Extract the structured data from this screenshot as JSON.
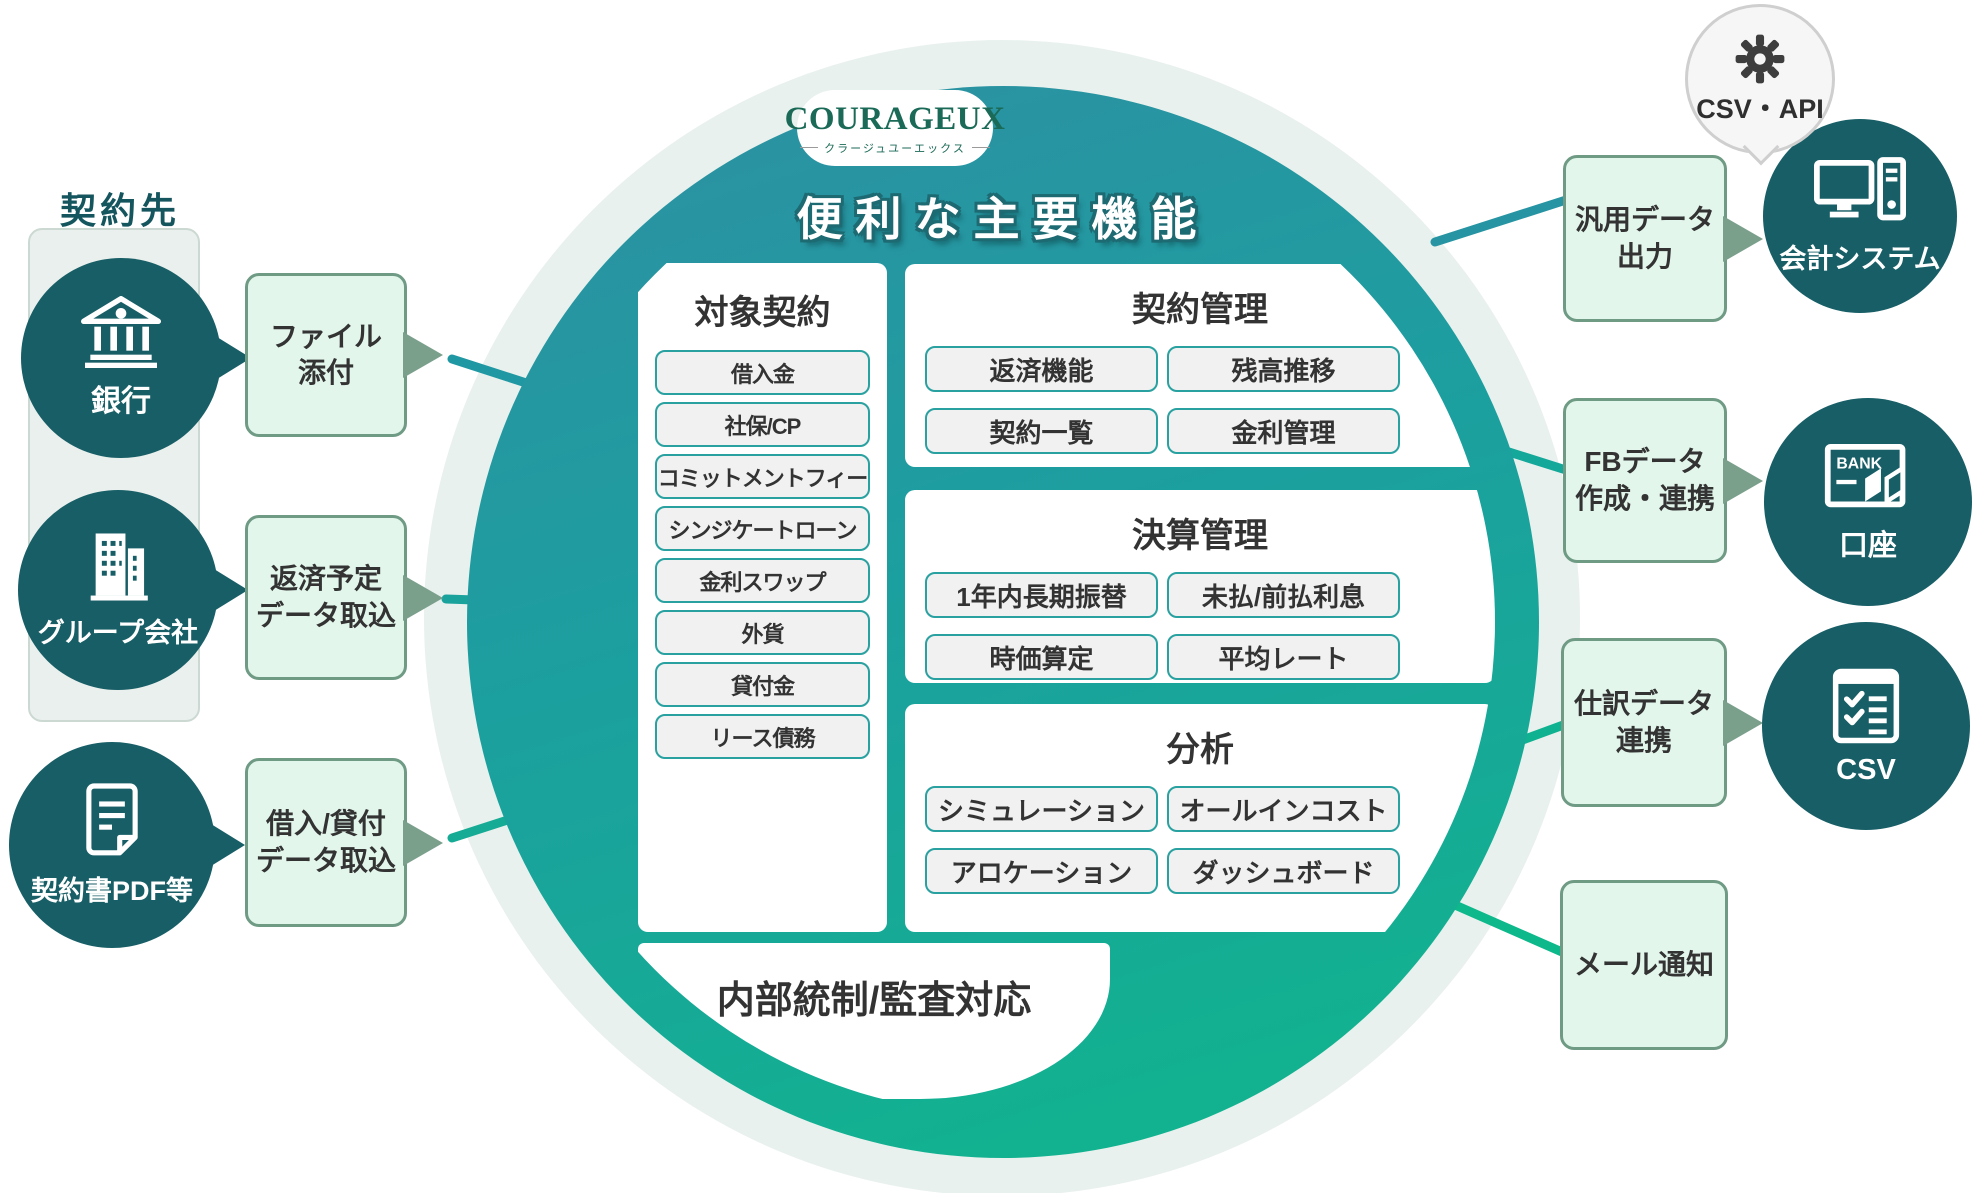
{
  "title": "便利な主要機能",
  "logo": {
    "name": "COURAGEUX",
    "subtitle": "クラージュユーエックス"
  },
  "colors": {
    "teal_top": "#2E8FA3",
    "teal_bottom": "#0FB78C",
    "dark_circle": "#175E66",
    "mint_fill": "#E3F6EC",
    "sage_border": "#6F9B85",
    "pill_fill": "#F1F1F1",
    "pill_border": "#2AA1A1",
    "faint_ring": "#E8F1ED",
    "heading_teal": "#14555E",
    "text_dark": "#333333"
  },
  "left": {
    "heading": "契約先",
    "sources": [
      {
        "label": "銀行",
        "icon": "bank-icon"
      },
      {
        "label": "グループ会社",
        "icon": "buildings-icon"
      },
      {
        "label": "契約書PDF等",
        "icon": "document-icon"
      }
    ],
    "input_boxes": [
      {
        "label": "ファイル\n添付"
      },
      {
        "label": "返済予定\nデータ取込"
      },
      {
        "label": "借入/貸付\nデータ取込"
      }
    ]
  },
  "center": {
    "target": {
      "heading": "対象契約",
      "items": [
        "借入金",
        "社保/CP",
        "コミットメントフィー",
        "シンジケートローン",
        "金利スワップ",
        "外貨",
        "貸付金",
        "リース債務"
      ]
    },
    "contract": {
      "heading": "契約管理",
      "items": [
        "返済機能",
        "残高推移",
        "契約一覧",
        "金利管理"
      ]
    },
    "closing": {
      "heading": "決算管理",
      "items": [
        "1年内長期振替",
        "未払/前払利息",
        "時価算定",
        "平均レート"
      ]
    },
    "analysis": {
      "heading": "分析",
      "items": [
        "シミュレーション",
        "オールインコスト",
        "アロケーション",
        "ダッシュボード"
      ]
    },
    "audit": {
      "heading": "内部統制/監査対応"
    }
  },
  "right": {
    "bubble": {
      "label": "CSV・API",
      "icon": "gear-icon"
    },
    "output_boxes": [
      {
        "label": "汎用データ\n出力"
      },
      {
        "label": "FBデータ\n作成・連携"
      },
      {
        "label": "仕訳データ\n連携"
      },
      {
        "label": "メール通知"
      }
    ],
    "targets": [
      {
        "label": "会計システム",
        "icon": "computer-icon"
      },
      {
        "label": "口座",
        "icon": "passbook-icon"
      },
      {
        "label": "CSV",
        "icon": "checklist-icon"
      }
    ]
  }
}
